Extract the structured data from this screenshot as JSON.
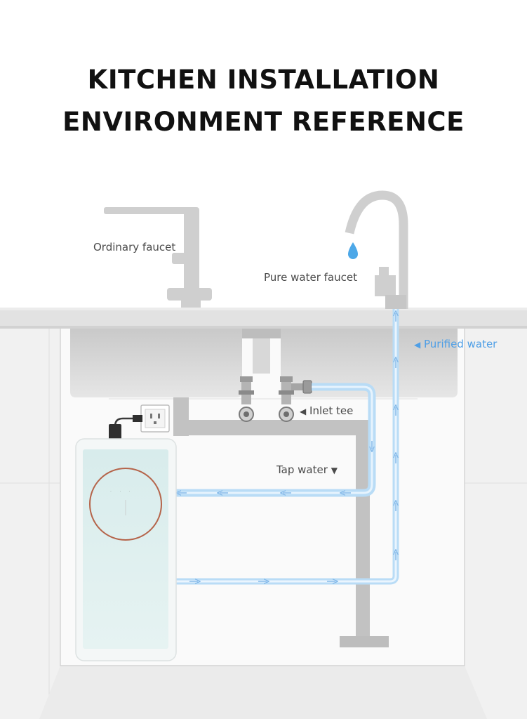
{
  "title": {
    "line1": "KITCHEN INSTALLATION",
    "line2": "ENVIRONMENT REFERENCE"
  },
  "labels": {
    "ordinary_faucet": "Ordinary faucet",
    "pure_water_faucet": "Pure water faucet",
    "purified_water": "Purified water",
    "inlet_tee": "Inlet tee",
    "tap_water": "Tap water"
  },
  "icons": {
    "left_arrow": "◀",
    "down_arrow": "▼"
  },
  "colors": {
    "pipe_blue": "#b9dcf6",
    "flow_arrow": "#7fb6e8",
    "label_blue": "#4f9fe6",
    "purifier_panel": "#dcefef",
    "control_ring": "#b5644a"
  }
}
